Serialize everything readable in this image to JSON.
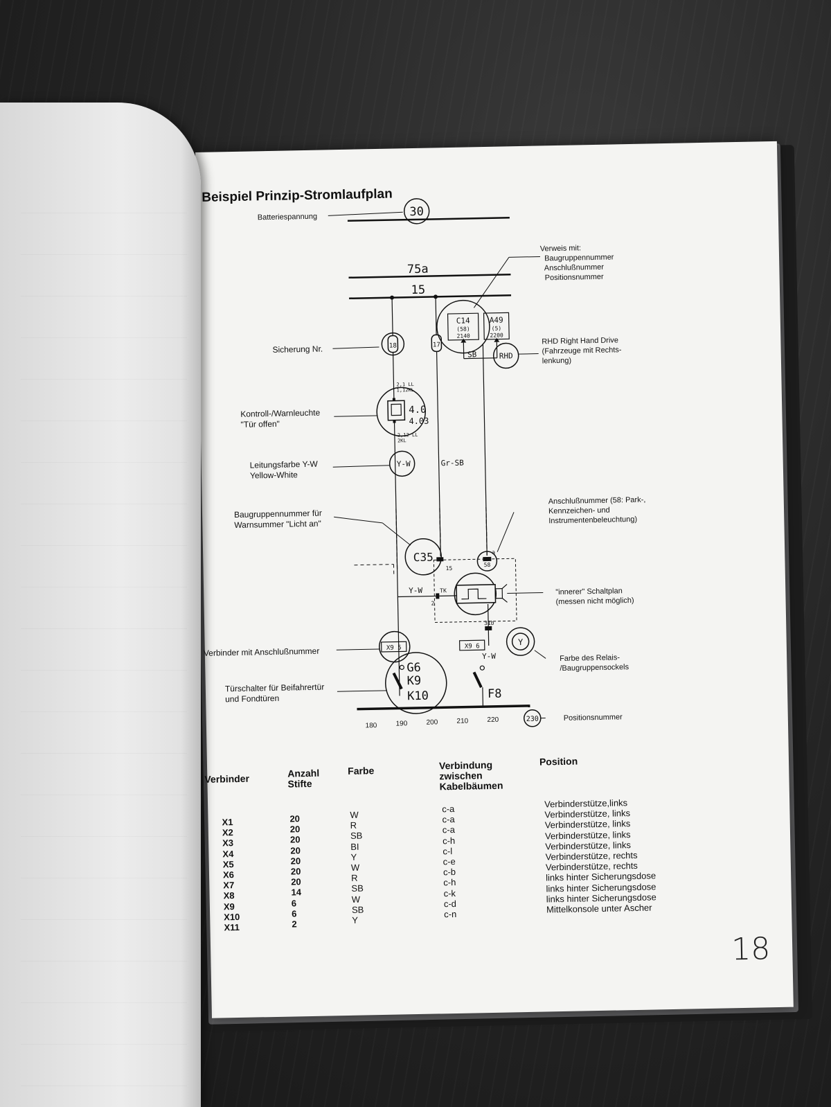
{
  "page": {
    "title": "Beispiel Prinzip-Stromlaufplan",
    "page_number": "18"
  },
  "diagram": {
    "rail_30": "30",
    "rail_75a": "75a",
    "rail_15": "15",
    "fuse_18": "18",
    "fuse_17": "17",
    "c14_top": "C14",
    "c14_mid": "(58)",
    "c14_bot": "2140",
    "a49_top": "A49",
    "a49_mid": "(5)",
    "a49_bot": "2200",
    "sb": "SB",
    "rhd": "RHD",
    "lamp_wire_top": "2,1 LL\n1,12KL",
    "lamp_num_1": "4.0",
    "lamp_num_2": "4.03",
    "lamp_wire_bot": "2,12 LL\n2KL",
    "wire_yw": "Y-W",
    "wire_grsb": "Gr-SB",
    "c35": "C35",
    "pin_15": "15",
    "pin_58": "58",
    "pin_a": "a",
    "yw_relay": "Y-W",
    "pin_tk": "TK",
    "pin_2": "2",
    "pin_31b": "31b",
    "pin_1": "1",
    "x9_5": "X9 5",
    "x9_6": "X9 6",
    "yw_low": "Y-W",
    "socket_y": "Y",
    "g6": "G6",
    "k9": "K9",
    "k10": "K10",
    "f8": "F8",
    "pos_230": "230",
    "positions": [
      "180",
      "190",
      "200",
      "210",
      "220"
    ]
  },
  "labels": {
    "batteriespannung": "Batteriespannung",
    "verweis": "Verweis mit:\n  Baugruppennummer\n  Anschlußnummer\n  Positionsnummer",
    "sicherung": "Sicherung Nr.",
    "rhd": "RHD Right Hand Drive\n(Fahrzeuge mit Rechts-\nlenkung)",
    "kontroll": "Kontroll-/Warnleuchte\n\"Tür offen\"",
    "leitungsfarbe": "Leitungsfarbe Y-W\nYellow-White",
    "baugruppe": "Baugruppennummer für\nWarnsummer \"Licht an\"",
    "anschluss": "Anschlußnummer (58: Park-,\nKennzeichen- und\nInstrumentenbeleuchtung)",
    "innerer": "\"innerer\" Schaltplan\n(messen nicht möglich)",
    "verbinder": "Verbinder mit Anschlußnummer",
    "farbe_relais": "Farbe des Relais-\n/Baugruppensockels",
    "tuerschalter": "Türschalter für Beifahrertür\nund Fondtüren",
    "positionsnummer": "Positionsnummer"
  },
  "table": {
    "headers": {
      "verbinder": "Verbinder",
      "anzahl": "Anzahl\nStifte",
      "farbe": "Farbe",
      "verbindung": "Verbindung\nzwischen\nKabelbäumen",
      "position": "Position"
    },
    "rows": [
      {
        "verbinder": "X1",
        "stifte": "20",
        "farbe": "W",
        "verbindung": "c-a",
        "position": "Verbinderstütze,links"
      },
      {
        "verbinder": "X2",
        "stifte": "20",
        "farbe": "R",
        "verbindung": "c-a",
        "position": "Verbinderstütze, links"
      },
      {
        "verbinder": "X3",
        "stifte": "20",
        "farbe": "SB",
        "verbindung": "c-a",
        "position": "Verbinderstütze, links"
      },
      {
        "verbinder": "X4",
        "stifte": "20",
        "farbe": "BI",
        "verbindung": "c-h",
        "position": "Verbinderstütze, links"
      },
      {
        "verbinder": "X5",
        "stifte": "20",
        "farbe": "Y",
        "verbindung": "c-l",
        "position": "Verbinderstütze, links"
      },
      {
        "verbinder": "X6",
        "stifte": "20",
        "farbe": "W",
        "verbindung": "c-e",
        "position": "Verbinderstütze, rechts"
      },
      {
        "verbinder": "X7",
        "stifte": "20",
        "farbe": "R",
        "verbindung": "c-b",
        "position": "Verbinderstütze, rechts"
      },
      {
        "verbinder": "X8",
        "stifte": "14",
        "farbe": "SB",
        "verbindung": "c-h",
        "position": "links hinter Sicherungsdose"
      },
      {
        "verbinder": "X9",
        "stifte": "6",
        "farbe": "W",
        "verbindung": "c-k",
        "position": "links hinter Sicherungsdose"
      },
      {
        "verbinder": "X10",
        "stifte": "6",
        "farbe": "SB",
        "verbindung": "c-d",
        "position": "links hinter Sicherungsdose"
      },
      {
        "verbinder": "X11",
        "stifte": "2",
        "farbe": "Y",
        "verbindung": "c-n",
        "position": "Mittelkonsole unter Ascher"
      }
    ]
  }
}
